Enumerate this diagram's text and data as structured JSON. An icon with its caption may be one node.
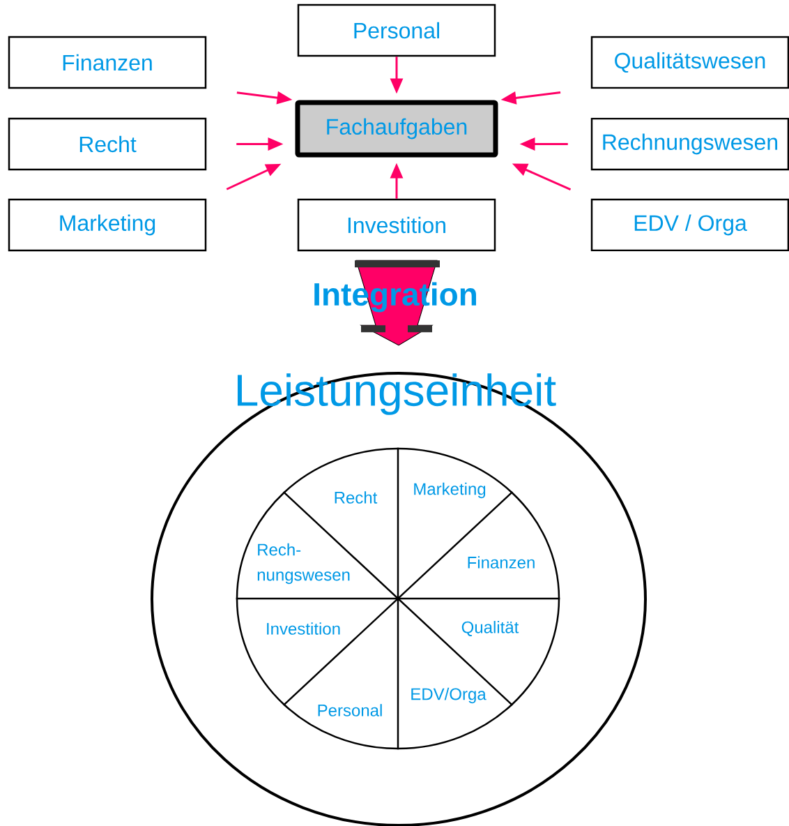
{
  "diagram": {
    "nodes": [
      {
        "text": [
          "Personal"
        ]
      },
      {
        "text": [
          "Finanzen"
        ]
      },
      {
        "text": [
          "Qualitätswesen"
        ]
      },
      {
        "text": [
          "Recht"
        ]
      },
      {
        "text": [
          "Fachaufgaben"
        ]
      },
      {
        "text": [
          "Rechnungswesen"
        ]
      },
      {
        "text": [
          "Marketing"
        ]
      },
      {
        "text": [
          "Investition"
        ]
      },
      {
        "text": [
          "EDV / Orga"
        ]
      },
      {
        "text": [
          "Leistungseinheit"
        ]
      },
      {
        "text": [],
        "shape": "circle",
        "in": 9
      }
    ],
    "edges": [
      {
        "from": 0,
        "to": 4,
        "arrow": "to"
      },
      {
        "from": 1,
        "to": 4,
        "arrow": "to"
      },
      {
        "from": 2,
        "to": 4,
        "arrow": "to"
      },
      {
        "from": 3,
        "to": 4,
        "arrow": "to"
      },
      {
        "from": 5,
        "to": 4,
        "arrow": "to"
      },
      {
        "from": 6,
        "to": 4,
        "arrow": "to"
      },
      {
        "from": 8,
        "to": 4,
        "arrow": "to"
      },
      {
        "from": 7,
        "to": 4,
        "arrow": "to"
      },
      {
        "from": 7,
        "to": 9,
        "arrow": "to",
        "label": "Integration",
        "style": "thick"
      }
    ],
    "labels": [
      "Marketing",
      "Recht",
      "Rech- nungswesen",
      "Finanzen",
      "Investition",
      "Qualität",
      "EDV/Orga",
      "Personal"
    ]
  }
}
